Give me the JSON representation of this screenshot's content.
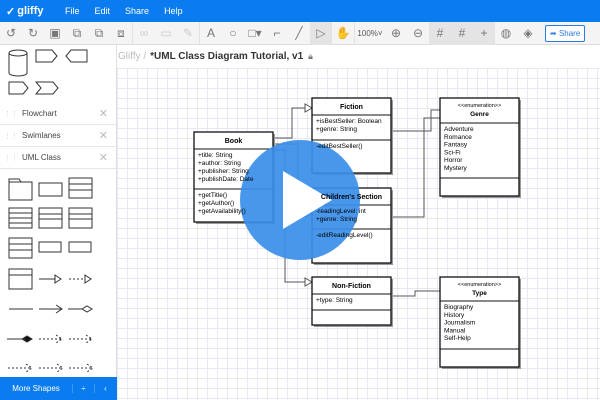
{
  "app": {
    "logo": "gliffy",
    "menu": [
      "File",
      "Edit",
      "Share",
      "Help"
    ]
  },
  "toolbar": {
    "zoom": "100%",
    "share_label": "Share",
    "icons": [
      "undo-icon",
      "redo-icon",
      "group-icon",
      "ungroup-icon",
      "bring-front-icon",
      "send-back-icon",
      "link-icon",
      "comment-icon",
      "eyedropper-icon",
      "text-icon",
      "ellipse-icon",
      "rectangle-icon",
      "connector-icon",
      "line-icon",
      "pointer-icon",
      "hand-icon",
      "zoom-in-icon",
      "zoom-out-icon",
      "snap-icon",
      "grid-icon",
      "guides-icon",
      "theme-icon",
      "layers-icon"
    ]
  },
  "breadcrumb": {
    "root": "Gliffy /",
    "title": "*UML Class Diagram Tutorial, v1"
  },
  "sidebar": {
    "libraries": [
      "Flowchart",
      "Swimlanes",
      "UML Class"
    ],
    "more_shapes": "More Shapes"
  },
  "diagram": {
    "classes": [
      {
        "name": "Book",
        "attrs": [
          "+title: String",
          "+author: String",
          "+publisher: String",
          "+publishDate: Date"
        ],
        "methods": [
          "+getTitle()",
          "+getAuthor()",
          "+getAvailability()"
        ]
      },
      {
        "name": "Fiction",
        "attrs": [
          "+isBestSeller: Boolean",
          "+genre: String"
        ],
        "methods": [
          "-editBestSeller()"
        ]
      },
      {
        "name": "Children's Section",
        "attrs": [
          "-readingLevel: int",
          "+genre: String"
        ],
        "methods": [
          "-editReadingLevel()"
        ]
      },
      {
        "name": "Non-Fiction",
        "attrs": [
          "+type: String"
        ],
        "methods": []
      }
    ],
    "enums": [
      {
        "stereotype": "<<enumeration>>",
        "name": "Genre",
        "values": [
          "Adventure",
          "Romance",
          "Fantasy",
          "Sci-Fi",
          "Horror",
          "Mystery"
        ]
      },
      {
        "stereotype": "<<enumeration>>",
        "name": "Type",
        "values": [
          "Biography",
          "History",
          "Journalism",
          "Manual",
          "Self-Help"
        ]
      }
    ]
  },
  "overlay": {
    "play_color": "#3a8ee8"
  }
}
